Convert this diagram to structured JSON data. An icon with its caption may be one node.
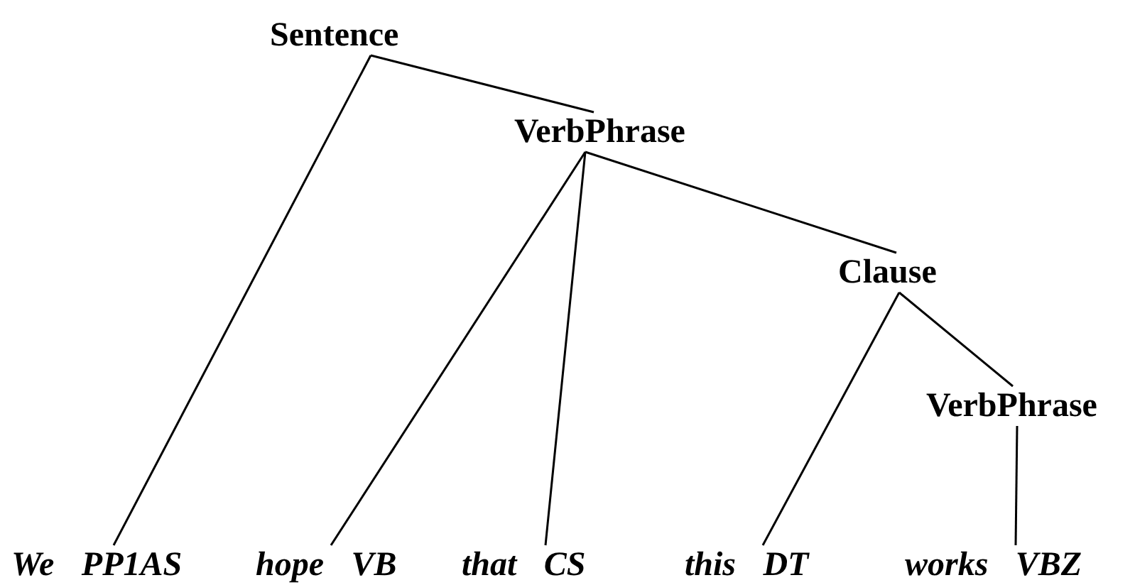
{
  "diagram": {
    "nodes": [
      {
        "text": [
          "Sentence"
        ]
      },
      {
        "text": [
          "VerbPhrase"
        ]
      },
      {
        "text": [
          "Clause"
        ]
      },
      {
        "text": [
          "VerbPhrase"
        ]
      },
      {
        "text": [
          "We PP1AS"
        ]
      },
      {
        "text": [
          "hope VB"
        ]
      },
      {
        "text": [
          "that CS"
        ]
      },
      {
        "text": [
          "this DT"
        ]
      },
      {
        "text": [
          "works VBZ"
        ]
      }
    ],
    "edges": [
      {
        "from": 0,
        "to": 4,
        "arrow": "none"
      },
      {
        "from": 0,
        "to": 1,
        "arrow": "none"
      },
      {
        "from": 1,
        "to": 5,
        "arrow": "none"
      },
      {
        "from": 1,
        "to": 6,
        "arrow": "none"
      },
      {
        "from": 1,
        "to": 2,
        "arrow": "none"
      },
      {
        "from": 2,
        "to": 7,
        "arrow": "none"
      },
      {
        "from": 2,
        "to": 3,
        "arrow": "none"
      },
      {
        "from": 3,
        "to": 8,
        "arrow": "none"
      }
    ]
  }
}
